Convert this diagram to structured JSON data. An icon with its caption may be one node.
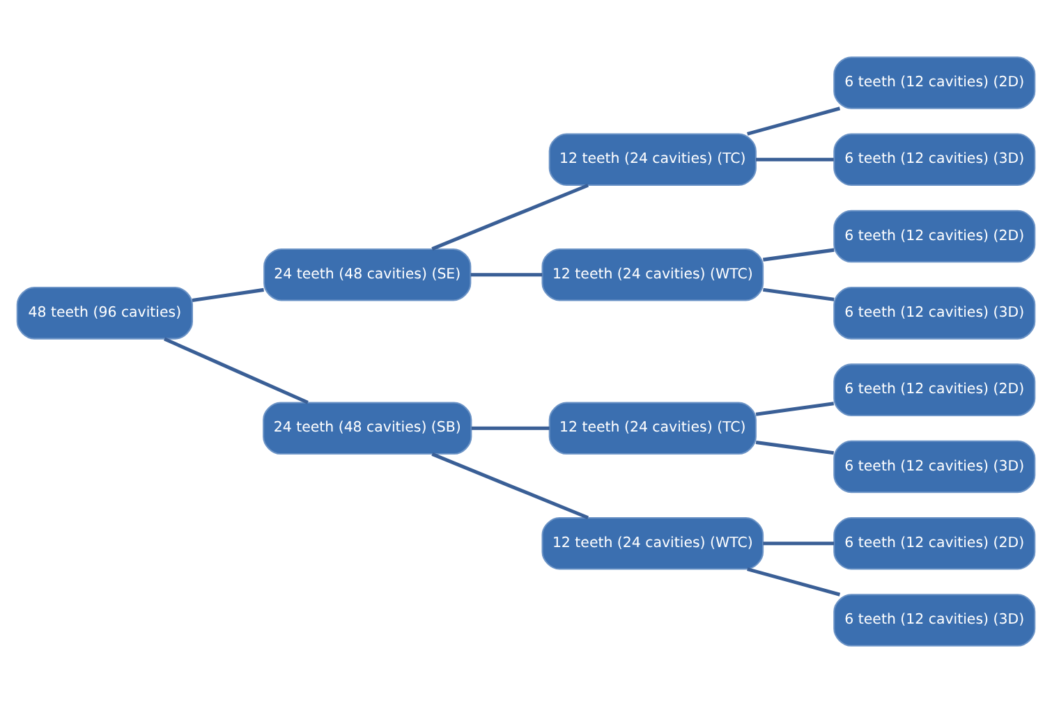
{
  "diagram": {
    "nodes": [
      {
        "text": [
          "48 teeth (96 cavities)"
        ]
      },
      {
        "text": [
          "24 teeth (48 cavities) (SE)"
        ]
      },
      {
        "text": [
          "12 teeth (24 cavities) (TC)"
        ]
      },
      {
        "text": [
          "6 teeth (12 cavities) (2D)"
        ]
      },
      {
        "text": [
          "6 teeth (12 cavities) (3D)"
        ]
      },
      {
        "text": [
          "12 teeth (24 cavities) (WTC)"
        ]
      },
      {
        "text": [
          "6 teeth (12 cavities) (2D)"
        ]
      },
      {
        "text": [
          "6 teeth (12 cavities) (3D)"
        ]
      },
      {
        "text": [
          "24 teeth (48 cavities) (SB)"
        ]
      },
      {
        "text": [
          "12 teeth (24 cavities) (TC)"
        ]
      },
      {
        "text": [
          "6 teeth (12 cavities) (2D)"
        ]
      },
      {
        "text": [
          "6 teeth (12 cavities) (3D)"
        ]
      },
      {
        "text": [
          "12 teeth (24 cavities) (WTC)"
        ]
      },
      {
        "text": [
          "6 teeth (12 cavities) (2D)"
        ]
      },
      {
        "text": [
          "6 teeth (12 cavities) (3D)"
        ]
      }
    ],
    "edges": [
      {
        "from": 0,
        "to": 1,
        "arrow": "none"
      },
      {
        "from": 0,
        "to": 8,
        "arrow": "none"
      },
      {
        "from": 1,
        "to": 2,
        "arrow": "none"
      },
      {
        "from": 1,
        "to": 5,
        "arrow": "none"
      },
      {
        "from": 2,
        "to": 3,
        "arrow": "none"
      },
      {
        "from": 2,
        "to": 4,
        "arrow": "none"
      },
      {
        "from": 5,
        "to": 6,
        "arrow": "none"
      },
      {
        "from": 5,
        "to": 7,
        "arrow": "none"
      },
      {
        "from": 8,
        "to": 9,
        "arrow": "none"
      },
      {
        "from": 8,
        "to": 12,
        "arrow": "none"
      },
      {
        "from": 9,
        "to": 10,
        "arrow": "none"
      },
      {
        "from": 9,
        "to": 11,
        "arrow": "none"
      },
      {
        "from": 12,
        "to": 13,
        "arrow": "none"
      },
      {
        "from": 12,
        "to": 14,
        "arrow": "none"
      }
    ]
  }
}
